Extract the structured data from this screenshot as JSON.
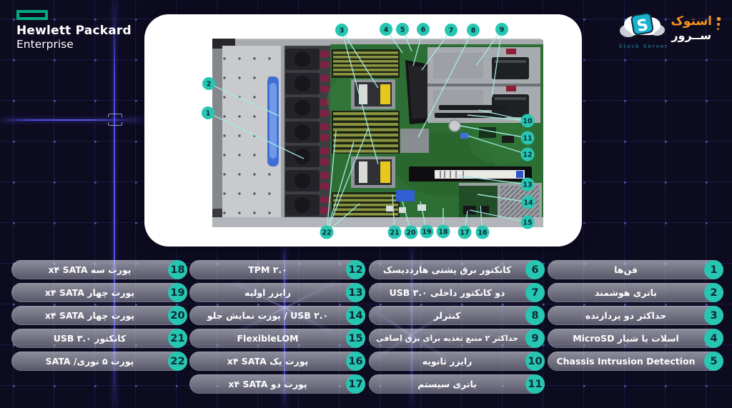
{
  "brand": {
    "hpe_line1": "Hewlett Packard",
    "hpe_line2": "Enterprise",
    "hpe_green": "#01a982"
  },
  "stock_logo": {
    "fa_line1": "استوک",
    "fa_line2": "ســرور",
    "en_caption": "Stock Server",
    "initial": "S",
    "accent_orange": "#f7941d",
    "accent_teal": "#25c0d8"
  },
  "colors": {
    "background": "#0d0b1f",
    "callout_teal": "#27c6b2",
    "leader_line": "#a5ebe0",
    "callout_number": "#0d2a36",
    "legend_text": "#ffffff"
  },
  "legend": {
    "items": [
      {
        "id": "1",
        "label": "فن‌ها"
      },
      {
        "id": "2",
        "label": "باتری هوشمند"
      },
      {
        "id": "3",
        "label": "حداکثر دو پردازنده"
      },
      {
        "id": "4",
        "label": "اسلات یا شیار MicroSD"
      },
      {
        "id": "5",
        "label": "Chassis Intrusion Detection"
      },
      {
        "id": "6",
        "label": "کانکتور برق پشتی هارددیسک"
      },
      {
        "id": "7",
        "label": "دو کانکتور داخلی USB ۳.۰"
      },
      {
        "id": "8",
        "label": "کنترلر"
      },
      {
        "id": "9",
        "label": "حداکثر ۲ منبع تغذیه برای برق اضافی"
      },
      {
        "id": "10",
        "label": "رایزر ثانویه"
      },
      {
        "id": "11",
        "label": "باتری سیستم"
      },
      {
        "id": "12",
        "label": "TPM ۲.۰"
      },
      {
        "id": "13",
        "label": "رایزر اولیه"
      },
      {
        "id": "14",
        "label": "USB ۲.۰ / پورت نمایش جلو"
      },
      {
        "id": "15",
        "label": "FlexibleLOM"
      },
      {
        "id": "16",
        "label": "پورت یک x۴ SATA"
      },
      {
        "id": "17",
        "label": "پورت دو x۴ SATA"
      },
      {
        "id": "18",
        "label": "پورت سه x۴ SATA"
      },
      {
        "id": "19",
        "label": "پورت چهار x۴ SATA"
      },
      {
        "id": "20",
        "label": "پورت چهار x۴ SATA"
      },
      {
        "id": "21",
        "label": "کانکتور USB ۳.۰"
      },
      {
        "id": "22",
        "label": "پورت ۵ نوری/ SATA"
      }
    ]
  }
}
